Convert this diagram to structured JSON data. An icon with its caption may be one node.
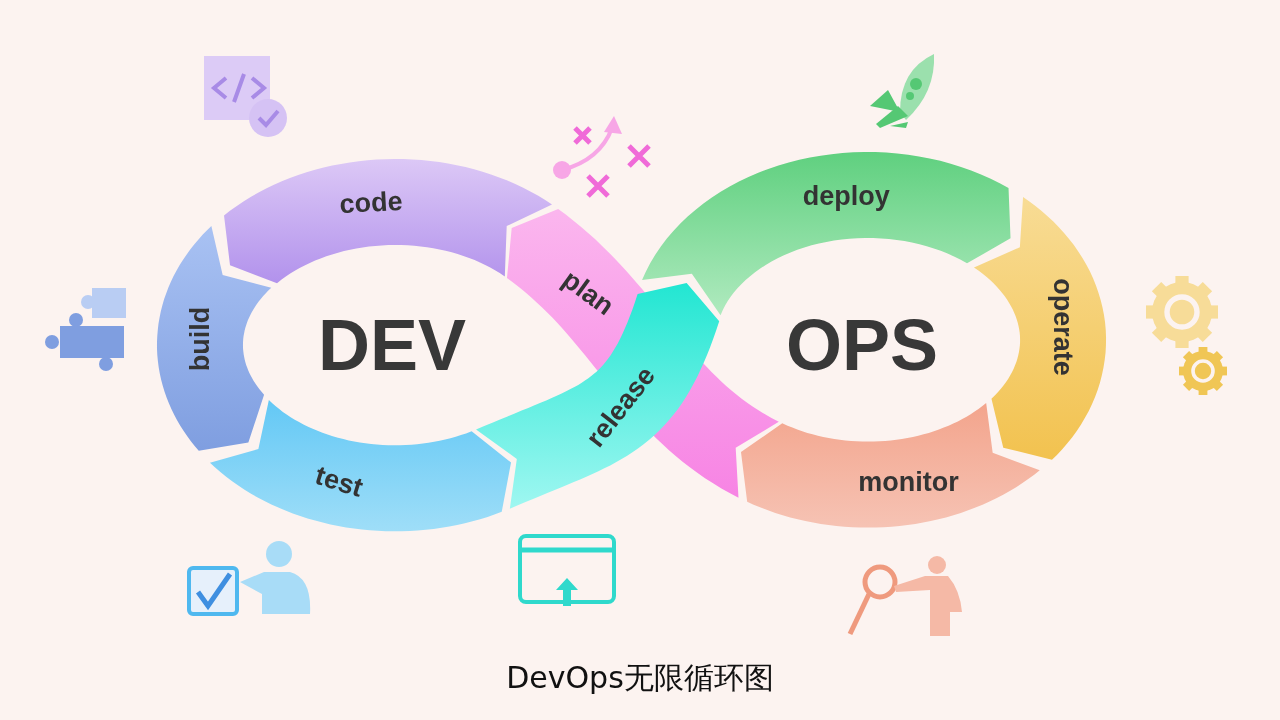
{
  "diagram": {
    "caption": "DevOps无限循环图",
    "nodes": [
      {
        "text": [
          "plan"
        ]
      },
      {
        "text": [
          "code"
        ]
      },
      {
        "text": [
          "build"
        ]
      },
      {
        "text": [
          "test"
        ]
      },
      {
        "text": [
          "release"
        ]
      },
      {
        "text": [
          "deploy"
        ]
      },
      {
        "text": [
          "operate"
        ]
      },
      {
        "text": [
          "monitor"
        ]
      }
    ],
    "labels": [
      "DEV",
      "OPS"
    ]
  }
}
